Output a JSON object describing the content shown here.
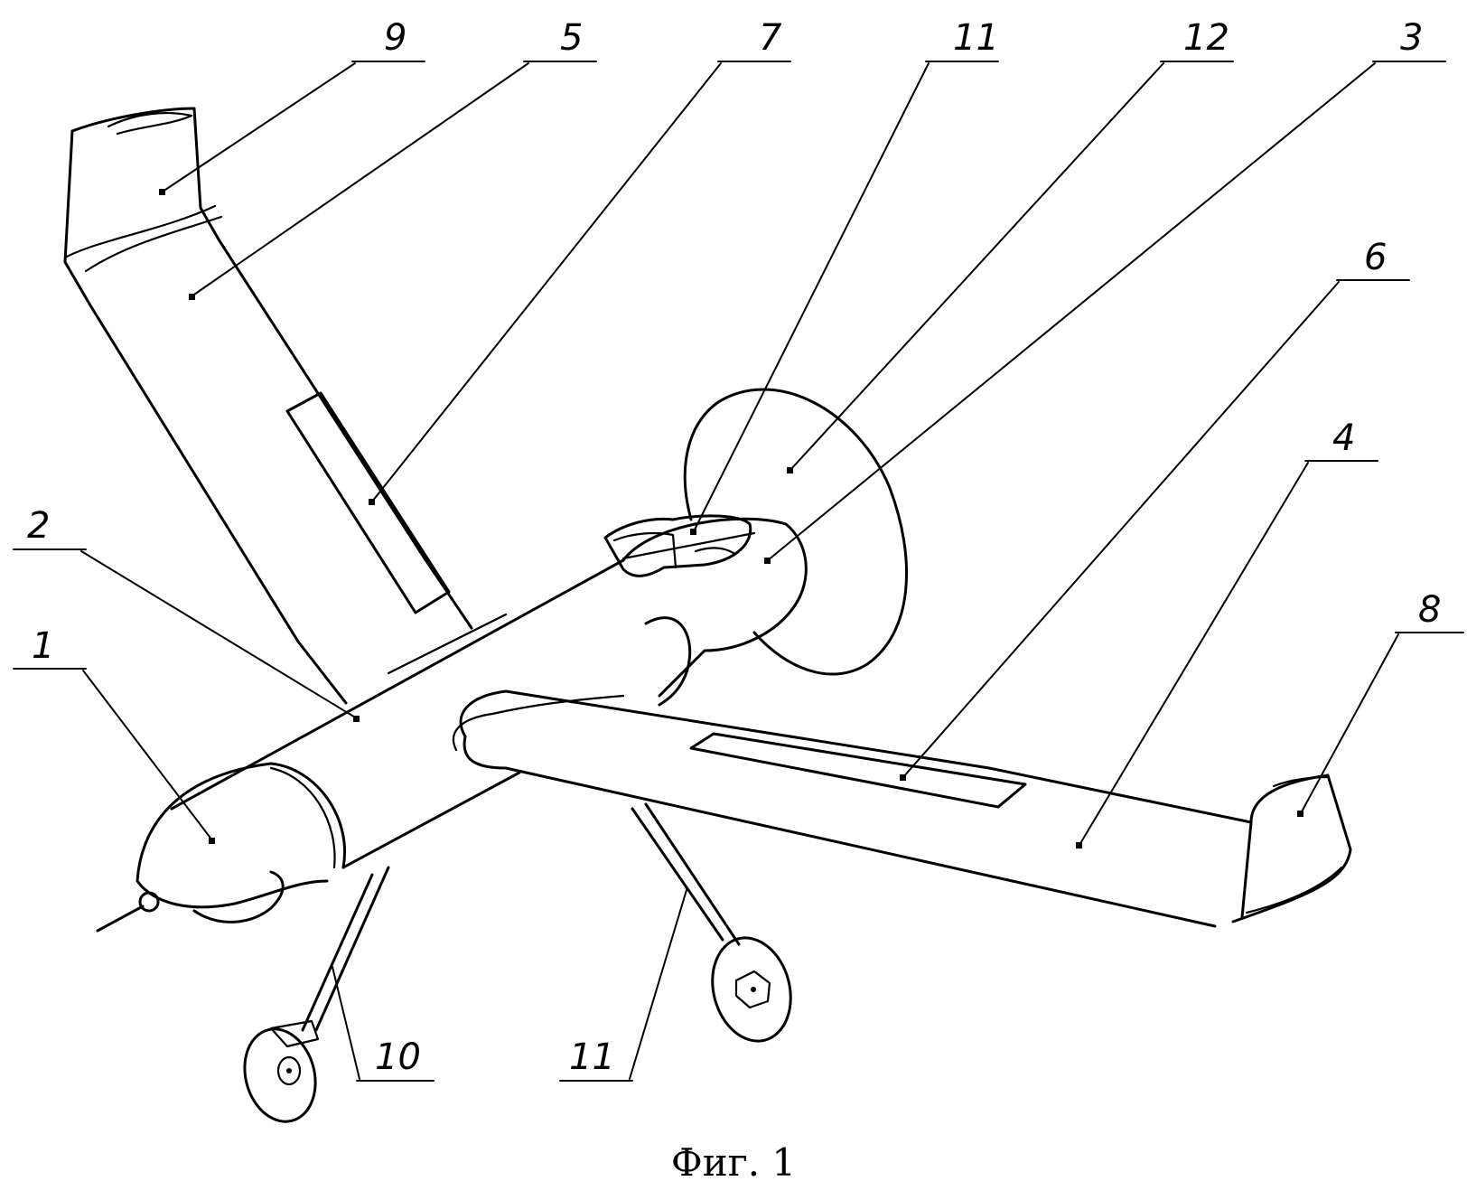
{
  "figure": {
    "caption": "Фиг. 1",
    "labels": {
      "l1": "1",
      "l2": "2",
      "l3": "3",
      "l4": "4",
      "l5": "5",
      "l6": "6",
      "l7": "7",
      "l8": "8",
      "l9": "9",
      "l10": "10",
      "l11a": "11",
      "l11b": "11",
      "l12": "12"
    }
  }
}
